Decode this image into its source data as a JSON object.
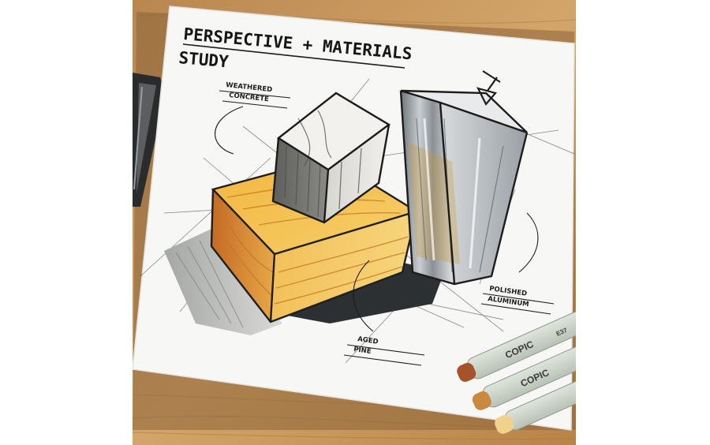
{
  "sketch": {
    "title_line1": "PERSPECTIVE + MATERIALS",
    "title_line2": "STUDY",
    "labels": {
      "concrete_line1": "WEATHERED",
      "concrete_line2": "CONCRETE",
      "aluminum_line1": "POLISHED",
      "aluminum_line2": "ALUMINUM",
      "pine_line1": "AGED",
      "pine_line2": "PINE"
    }
  },
  "markers": {
    "brand": "COPIC",
    "codes": [
      "E37",
      "",
      ""
    ],
    "cap_colors": [
      "#a6522a",
      "#c98a3f",
      "#f0d28c"
    ]
  },
  "colors": {
    "table_wood": "#c9985e",
    "paper": "#f7f7f5",
    "pine": "#e3a33c",
    "concrete": "#8d8d89",
    "aluminum": "#a7adb2"
  }
}
